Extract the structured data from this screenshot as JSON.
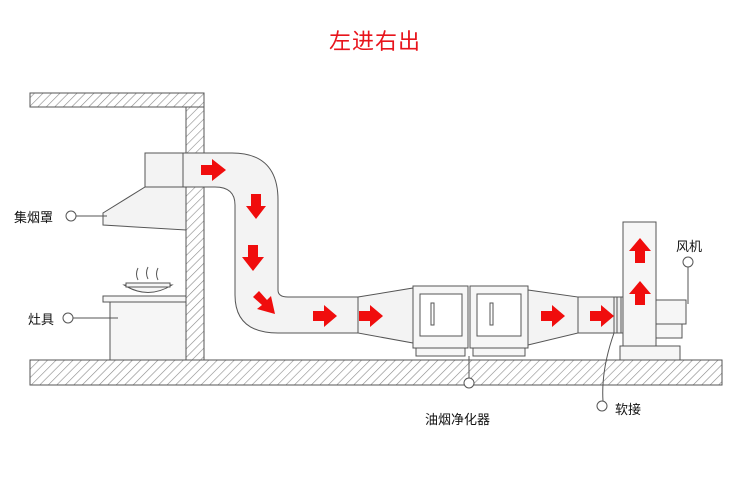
{
  "title": "左进右出",
  "labels": {
    "hood": "集烟罩",
    "stove": "灶具",
    "purifier": "油烟净化器",
    "flex_joint": "软接",
    "fan": "风机"
  },
  "colors": {
    "title": "#e8141c",
    "arrow": "#f00d0d",
    "line": "#555555",
    "duct_fill": "#f3f3f3",
    "hatch": "#7a7a7a"
  },
  "airflow_icon": "red-arrow-icon"
}
